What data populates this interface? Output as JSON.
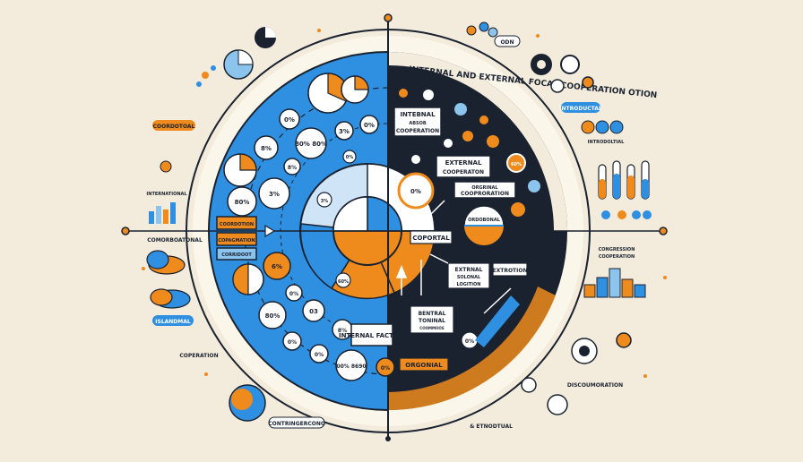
{
  "title": "INTERNAL AND EXTERNAL FOCAL COOPERATION OTION",
  "colors": {
    "background": "#f3ecdc",
    "blue": "#2f8fe0",
    "dark_blue": "#1f5fa8",
    "orange": "#ef8a1c",
    "navy": "#1a2230",
    "light_blue": "#8cc4ee"
  },
  "left_panel": {
    "bubbles": [
      "0%",
      "80% 80%",
      "3%",
      "0%",
      "8%",
      "8%",
      "80%",
      "3%",
      "6%",
      "0%",
      "80%",
      "03",
      "0%",
      "0%",
      "8%",
      "00% 8690",
      "0%",
      "0%",
      "3%",
      "60%"
    ],
    "boxes": [
      "COORDOTION",
      "COPAGMATION",
      "CORRIDOOT"
    ],
    "internal_factors": "INTERNAL FACTIRS",
    "bottom_label": "ORGONIAL"
  },
  "right_panel": {
    "internal_cooperation": {
      "line1": "INTEBNAL",
      "line2": "ABSOB",
      "line3": "COOPERATION"
    },
    "external_cooperation": {
      "line1": "EXTERNAL",
      "line2": "COOPERATON"
    },
    "orgrinal_cooperation": {
      "line1": "ORGRINAL",
      "line2": "COOPRORATION"
    },
    "percent_badge": "0%",
    "circle_label": "ORDOBONAL",
    "coporital": "COPORTAL",
    "extrnal_solonal": {
      "line1": "EXTRNAL",
      "line2": "SOLONAL",
      "line3": "LOGITION"
    },
    "extrotion": "EXTROTION",
    "bentral_toninal": {
      "line1": "BENTRAL",
      "line2": "TONINAL",
      "line3": "COOMMOOS"
    },
    "percent_0": "0%",
    "percent_60": "60%"
  },
  "outer_labels": {
    "left_top": "COORDOTOAL",
    "left_mid": "COMORBOATONAL",
    "left_lower": "ISLANDMAL",
    "left_bottom": "COPERATION",
    "left_footer": "CONTRINGERCONG",
    "left_side": "INTERNATIONAL",
    "right_top": "INTRODUCTAL",
    "right_mid": "INTRODOLTIAL",
    "right_lower_1": "CONGRESSION",
    "right_lower_2": "COOPERATION",
    "right_bottom": "DISCOUMORATION",
    "right_footer": "& ETNODTUAL",
    "top_badge": "ODN"
  }
}
